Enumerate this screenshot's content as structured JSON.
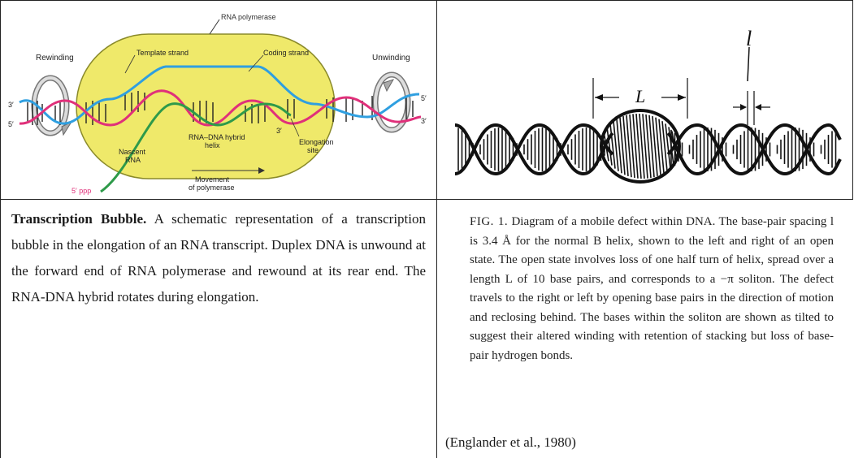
{
  "left_figure": {
    "rna_polymerase_label": "RNA polymerase",
    "rewinding_label": "Rewinding",
    "unwinding_label": "Unwinding",
    "template_strand_label": "Template strand",
    "coding_strand_label": "Coding strand",
    "hybrid_label_line1": "RNA–DNA hybrid",
    "hybrid_label_line2": "helix",
    "nascent_label_line1": "Nascent",
    "nascent_label_line2": "RNA",
    "elongation_label_line1": "Elongation",
    "elongation_label_line2": "site",
    "ppp_label": "5′ ppp",
    "movement_label_line1": "Movement",
    "movement_label_line2": "of polymerase",
    "end_3prime_left": "3′",
    "end_5prime_left": "5′",
    "end_5prime_right": "5′",
    "end_3prime_right": "3′",
    "end_3prime_hybrid": "3′",
    "colors": {
      "bubble": "#efe96a",
      "template": "#e0307a",
      "coding": "#2f9fe0",
      "rna": "#2e9a4a"
    }
  },
  "right_figure": {
    "label_L": "L",
    "label_l": "l"
  },
  "captions": {
    "left_title": "Transcription Bubble.",
    "left_body": " A schematic representation of a transcription bubble in the elongation of an RNA transcript. Duplex DNA is unwound at the forward end of RNA polymerase and rewound at its rear end. The RNA-DNA hybrid rotates during elongation.",
    "right_fig_label": "FIG. 1.",
    "right_body": "   Diagram of a mobile defect within DNA. The base-pair spacing l is 3.4 Å for the normal B helix, shown to the left and right of an open state. The open state involves loss of one half turn of helix, spread over a length L of 10 base pairs, and corresponds to a −π soliton. The defect travels to the right or left by opening base pairs in the direction of motion and reclosing behind. The bases within the soliton are shown as tilted to suggest their altered winding with retention of stacking but loss of base-pair hydrogen bonds.",
    "citation": "(Englander et al., 1980)"
  }
}
